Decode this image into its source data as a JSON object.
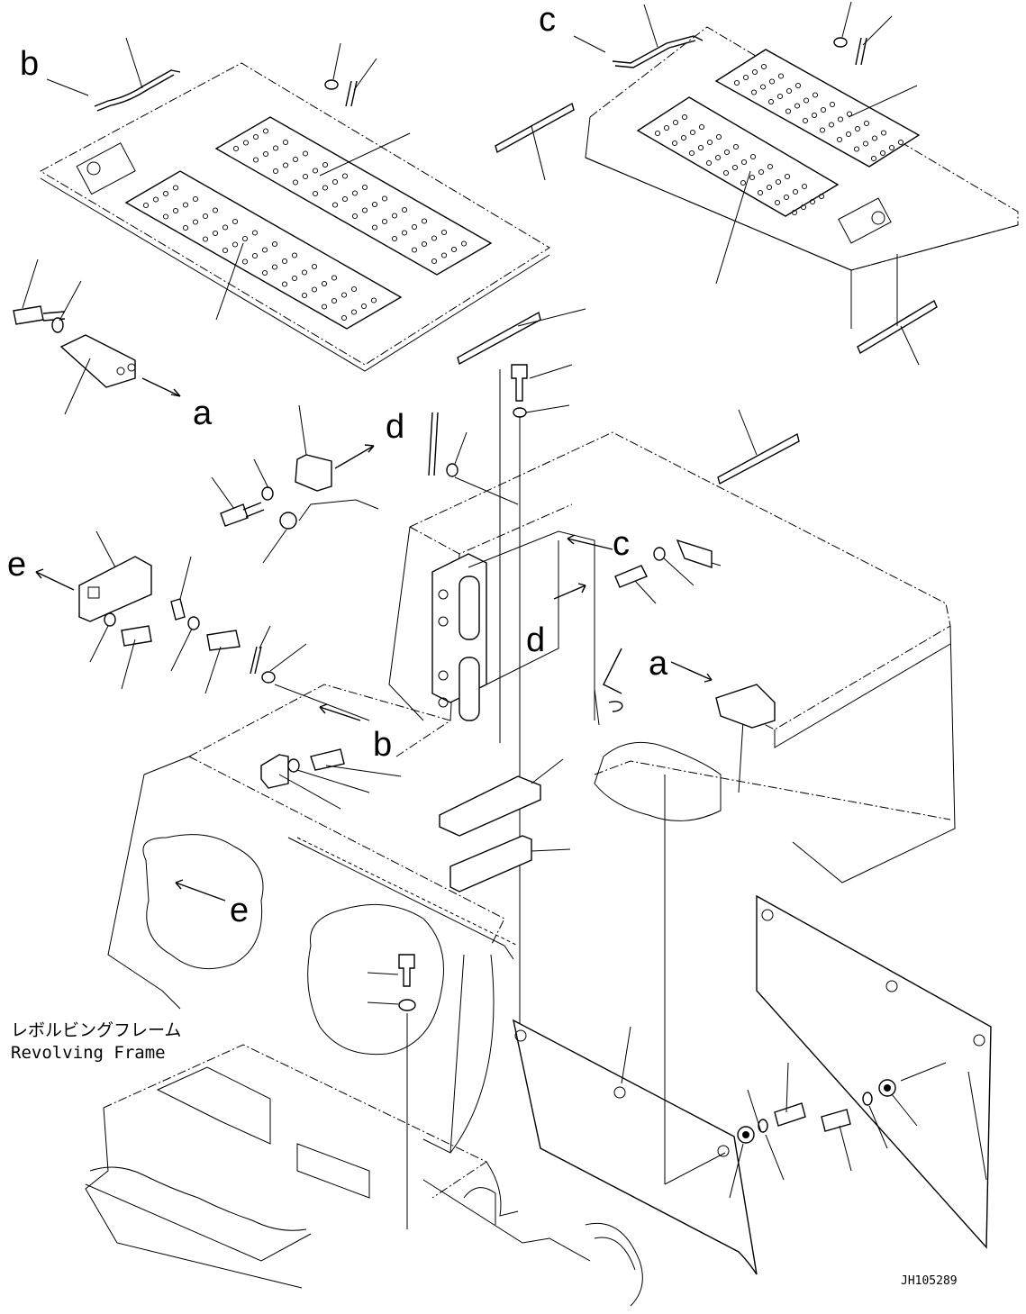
{
  "callouts": {
    "a_top": "a",
    "a_side": "a",
    "b_top": "b",
    "b_floor": "b",
    "c_top": "c",
    "c_floor": "c",
    "d_top": "d",
    "d_floor": "d",
    "e_left": "e",
    "e_frame": "e"
  },
  "frame_label": {
    "japanese": "レボルビングフレーム",
    "english": "Revolving Frame"
  },
  "drawing_code": "JH105289"
}
